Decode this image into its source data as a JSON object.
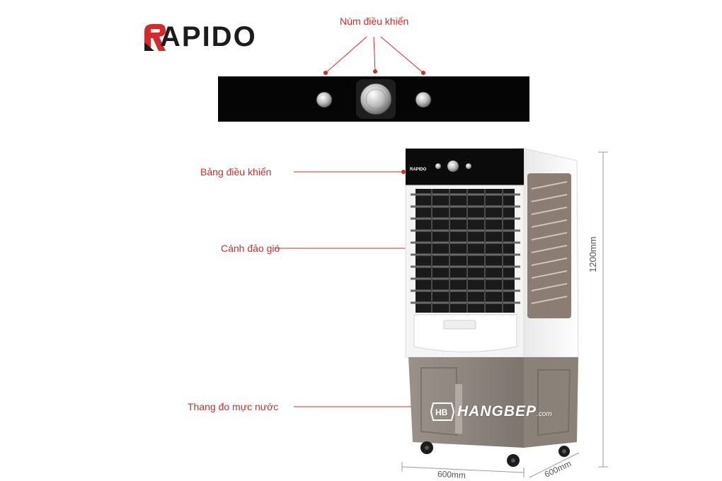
{
  "brand": {
    "name": "APIDO",
    "accent_color": "#d42a2a"
  },
  "labels": {
    "control_knobs": "Núm điều khiển",
    "control_panel": "Bảng điều khiển",
    "louver": "Cánh đảo gió",
    "water_gauge": "Thang đo mực nước"
  },
  "dimensions": {
    "height": "1200mm",
    "width": "600mm",
    "depth": "600mm"
  },
  "product_logo": "RAPIDO",
  "watermark": {
    "badge": "HB",
    "text": "HANGBEP",
    "suffix": ".com"
  }
}
